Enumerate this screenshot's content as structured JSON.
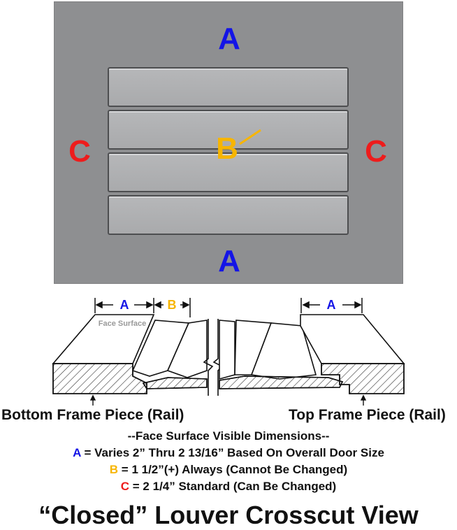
{
  "panel": {
    "top_label": "A",
    "bottom_label": "A",
    "left_label": "C",
    "right_label": "C",
    "center_label": "B",
    "slat_count": 4,
    "colors": {
      "a": "#1414e6",
      "b": "#f7b500",
      "c": "#ee1c1c"
    }
  },
  "crosscut": {
    "dim_a_left": "A",
    "dim_b": "B",
    "dim_a_right": "A",
    "face_surface_text": "Face Surface",
    "bottom_rail_label": "Bottom Frame Piece (Rail)",
    "top_rail_label": "Top Frame Piece (Rail)"
  },
  "dimensions": {
    "heading": "--Face Surface Visible Dimensions--",
    "a_key": "A",
    "a_text": " = Varies 2” Thru 2  13/16” Based On Overall Door Size",
    "b_key": "B",
    "b_text": " = 1  1/2”(+) Always (Cannot Be Changed)",
    "c_key": "C",
    "c_text": " = 2  1/4” Standard (Can Be Changed)"
  },
  "title": "“Closed” Louver Crosscut View"
}
